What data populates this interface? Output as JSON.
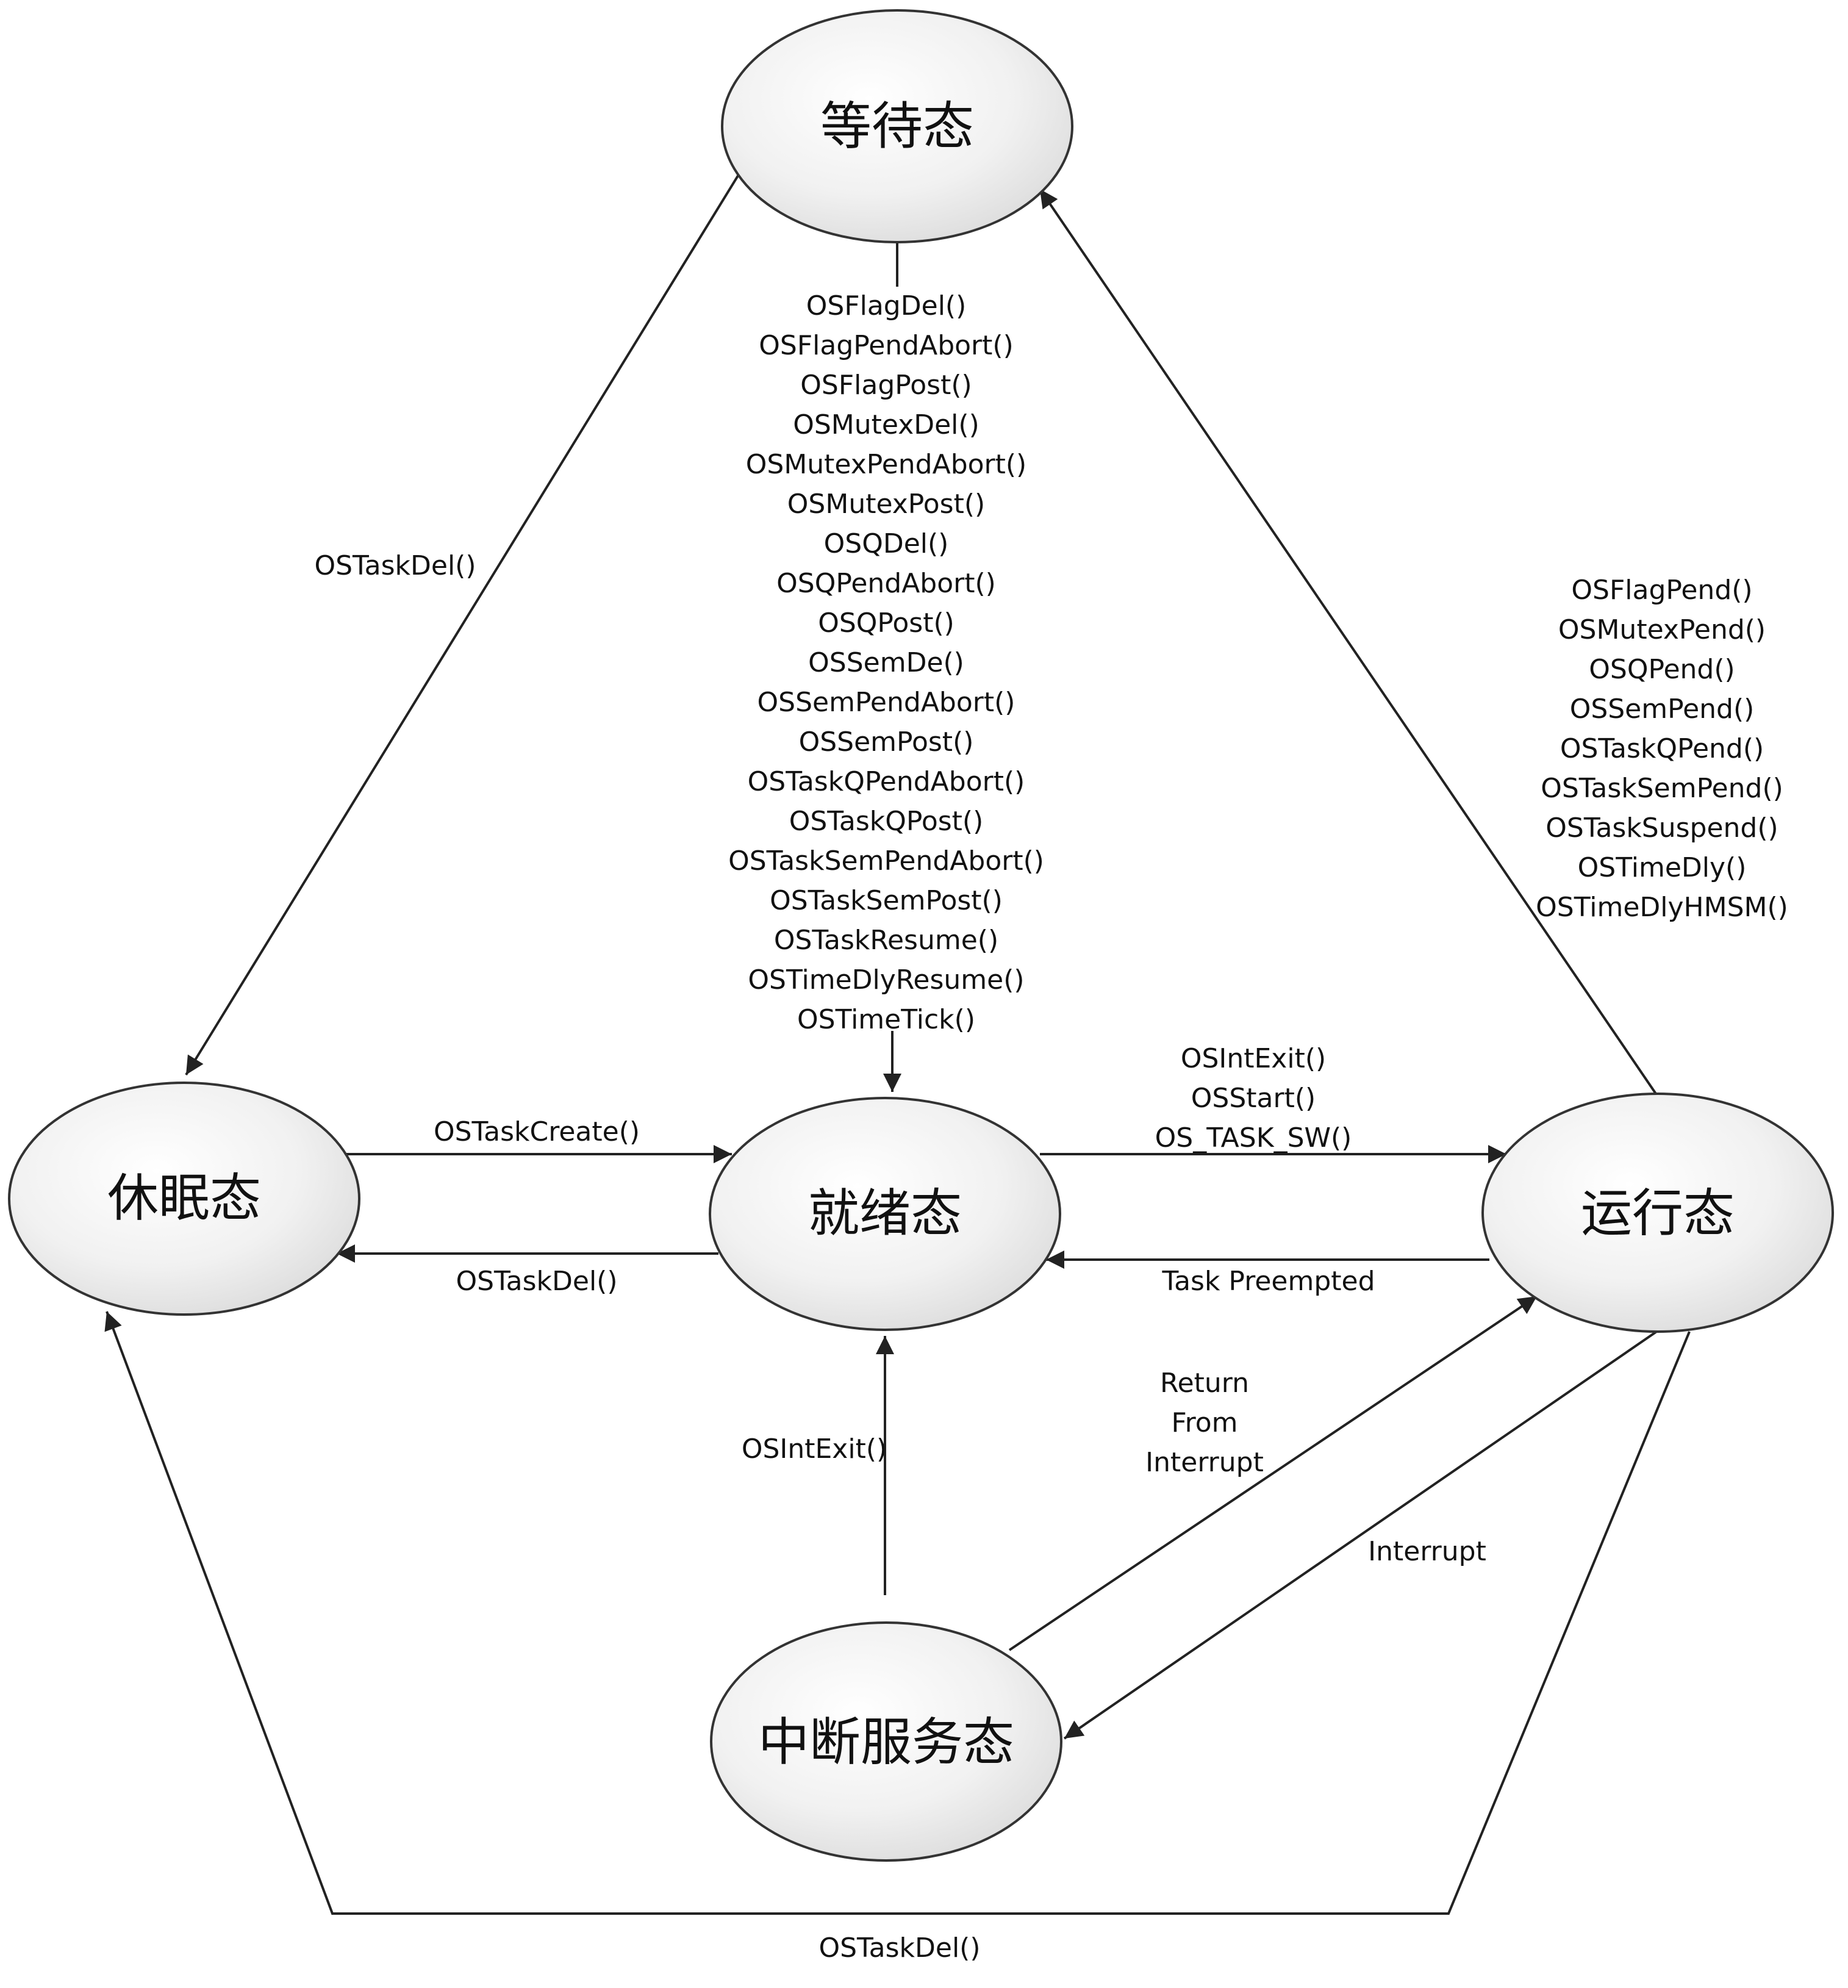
{
  "states": {
    "waiting": "等待态",
    "dormant": "休眠态",
    "ready": "就绪态",
    "running": "运行态",
    "isr": "中断服务态"
  },
  "transitions": {
    "waiting_to_dormant": [
      "OSTaskDel()"
    ],
    "waiting_to_ready": [
      "OSFlagDel()",
      "OSFlagPendAbort()",
      "OSFlagPost()",
      "OSMutexDel()",
      "OSMutexPendAbort()",
      "OSMutexPost()",
      "OSQDel()",
      "OSQPendAbort()",
      "OSQPost()",
      "OSSemDe()",
      "OSSemPendAbort()",
      "OSSemPost()",
      "OSTaskQPendAbort()",
      "OSTaskQPost()",
      "OSTaskSemPendAbort()",
      "OSTaskSemPost()",
      "OSTaskResume()",
      "OSTimeDlyResume()",
      "OSTimeTick()"
    ],
    "running_to_waiting": [
      "OSFlagPend()",
      "OSMutexPend()",
      "OSQPend()",
      "OSSemPend()",
      "OSTaskQPend()",
      "OSTaskSemPend()",
      "OSTaskSuspend()",
      "OSTimeDly()",
      "OSTimeDlyHMSM()"
    ],
    "dormant_to_ready": [
      "OSTaskCreate()"
    ],
    "ready_to_dormant": [
      "OSTaskDel()"
    ],
    "ready_to_running": [
      "OSIntExit()",
      "OSStart()",
      "OS_TASK_SW()"
    ],
    "running_to_ready": [
      "Task Preempted"
    ],
    "isr_to_ready": [
      "OSIntExit()"
    ],
    "isr_to_running": [
      "Return",
      "From",
      "Interrupt"
    ],
    "running_to_isr": [
      "Interrupt"
    ],
    "running_to_dormant": [
      "OSTaskDel()"
    ]
  }
}
